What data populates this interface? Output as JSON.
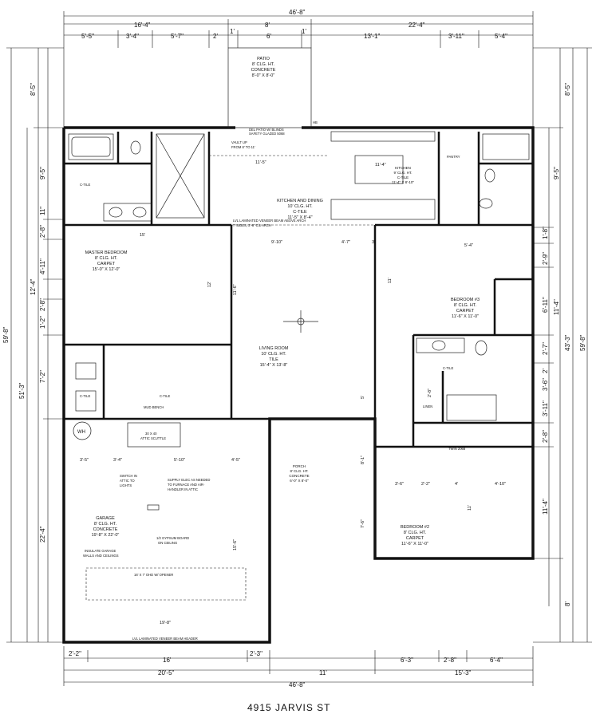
{
  "address": "4915 JARVIS ST",
  "dims_top_total": "46'-8\"",
  "dims_top_row1": [
    "16'-4\"",
    "8'",
    "22'-4\""
  ],
  "dims_top_row2": [
    "5'-5\"",
    "3'-4\"",
    "5'-7\"",
    "2'",
    "1'",
    "6'",
    "1'",
    "13'-1\"",
    "3'-11\"",
    "5'-4\""
  ],
  "dims_left": [
    "8'-5\"",
    "9'-5\"",
    "11\"",
    "2'-8\"",
    "4'-11\"",
    "2'-8\"",
    "1'-2\"",
    "7'-2\"",
    "22'-4\""
  ],
  "dims_left_outer": [
    "12'-4\"",
    "51'-3\"",
    "59'-8\""
  ],
  "dims_right": [
    "8'-5\"",
    "9'-5\"",
    "1'-8\"",
    "2'-9\"",
    "6'-11\"",
    "2'-7\"",
    "2'",
    "3'-6\"",
    "3'-11\"",
    "2'-8\"",
    "11'-4\"",
    "8'"
  ],
  "dims_right_outer": [
    "11'-4\"",
    "43'-3\"",
    "59'-8\""
  ],
  "dims_bottom_row1": [
    "2'-2\"",
    "16'",
    "2'-3\"",
    "6'-3\"",
    "2'-8\"",
    "6'-4\""
  ],
  "dims_bottom_row2": [
    "20'-5\"",
    "11'",
    "15'-3\""
  ],
  "dims_bottom_total": "46'-8\"",
  "rooms": {
    "patio": [
      "PATIO",
      "8' CLG. HT.",
      "CONCRETE",
      "8'-0\" X 8'-0\""
    ],
    "kitchen_dining": [
      "KITCHEN AND DINING",
      "10' CLG. HT.",
      "C-TILE",
      "11'-5\" X 8'-4\""
    ],
    "kitchen": [
      "KITCHEN",
      "9' CLG. HT.",
      "C-TILE",
      "11'-4\" X 8'-10\""
    ],
    "master": [
      "MASTER BEDROOM",
      "8' CLG. HT.",
      "CARPET",
      "15'-0\" X 12'-0\""
    ],
    "living": [
      "LIVING ROOM",
      "10' CLG. HT.",
      "TILE",
      "15'-4\" X 13'-8\""
    ],
    "bed3": [
      "BEDROOM #3",
      "8' CLG. HT.",
      "CARPET",
      "11'-6\" X 11'-0\""
    ],
    "bed2": [
      "BEDROOM #2",
      "8' CLG. HT.",
      "CARPET",
      "11'-6\" X 11'-0\""
    ],
    "garage": [
      "GARAGE",
      "8' CLG. HT.",
      "CONCRETE",
      "19'-8\" X 22'-0\""
    ],
    "porch": [
      "PORCH",
      "8' CLG. HT.",
      "CONCRETE",
      "6'-0\" X 8'-0\""
    ]
  },
  "notes": {
    "patio_door": "DEL PATIO W/ BLINDS",
    "patio_door2": "SAFETY GLAZED 5068",
    "vault": [
      "VAULT UP",
      "FROM 8' TO 11'"
    ],
    "lvl_beam": "LVL LAMINATED VENEER BEAM ABOVE ARCH",
    "lvl_beam2": "7' SIDES, 3'-6\" C/L ARCH",
    "supply": [
      "SUPPLY ELEC AS NEEDED",
      "TO FURNACE AND AIR-",
      "HANDLER IN ATTIC"
    ],
    "gypsum": [
      "1/2 GYPSUM BOARD",
      "ON CEILING"
    ],
    "insulate": [
      "INSULATE GARAGE",
      "WALLS AND CEILINGS"
    ],
    "ohd": "16' X 7' OHD W/ OPENER",
    "garage_beam": "LVL LAMINATED VENEER BEAM HEADER",
    "switch": [
      "SWITCH IN",
      "ATTIC TO",
      "LIGHTS"
    ],
    "attic": [
      "30 X 40",
      "ATTIC SCUTTLE"
    ],
    "mud": "MUD BENCH",
    "wh": "WH",
    "hb": "HB",
    "pantry": "PANTRY",
    "linen": "LINEN",
    "ctile": "C-TILE",
    "twin": "TWIN 2068",
    "dims_inner": [
      "11'-5\"",
      "11'-4\"",
      "15'",
      "9'-10\"",
      "4'-7\"",
      "5'-4\"",
      "12'",
      "11'-6\"",
      "11'",
      "3'",
      "3'-6\"",
      "2'-2\"",
      "4'",
      "4'-10\"",
      "11'",
      "3'-4\"",
      "3'-5\"",
      "5'-10\"",
      "4'-5\"",
      "19'-8\"",
      "15'-6\"",
      "8'-1\"",
      "7'-6\"",
      "5'",
      "2'-8\""
    ]
  }
}
